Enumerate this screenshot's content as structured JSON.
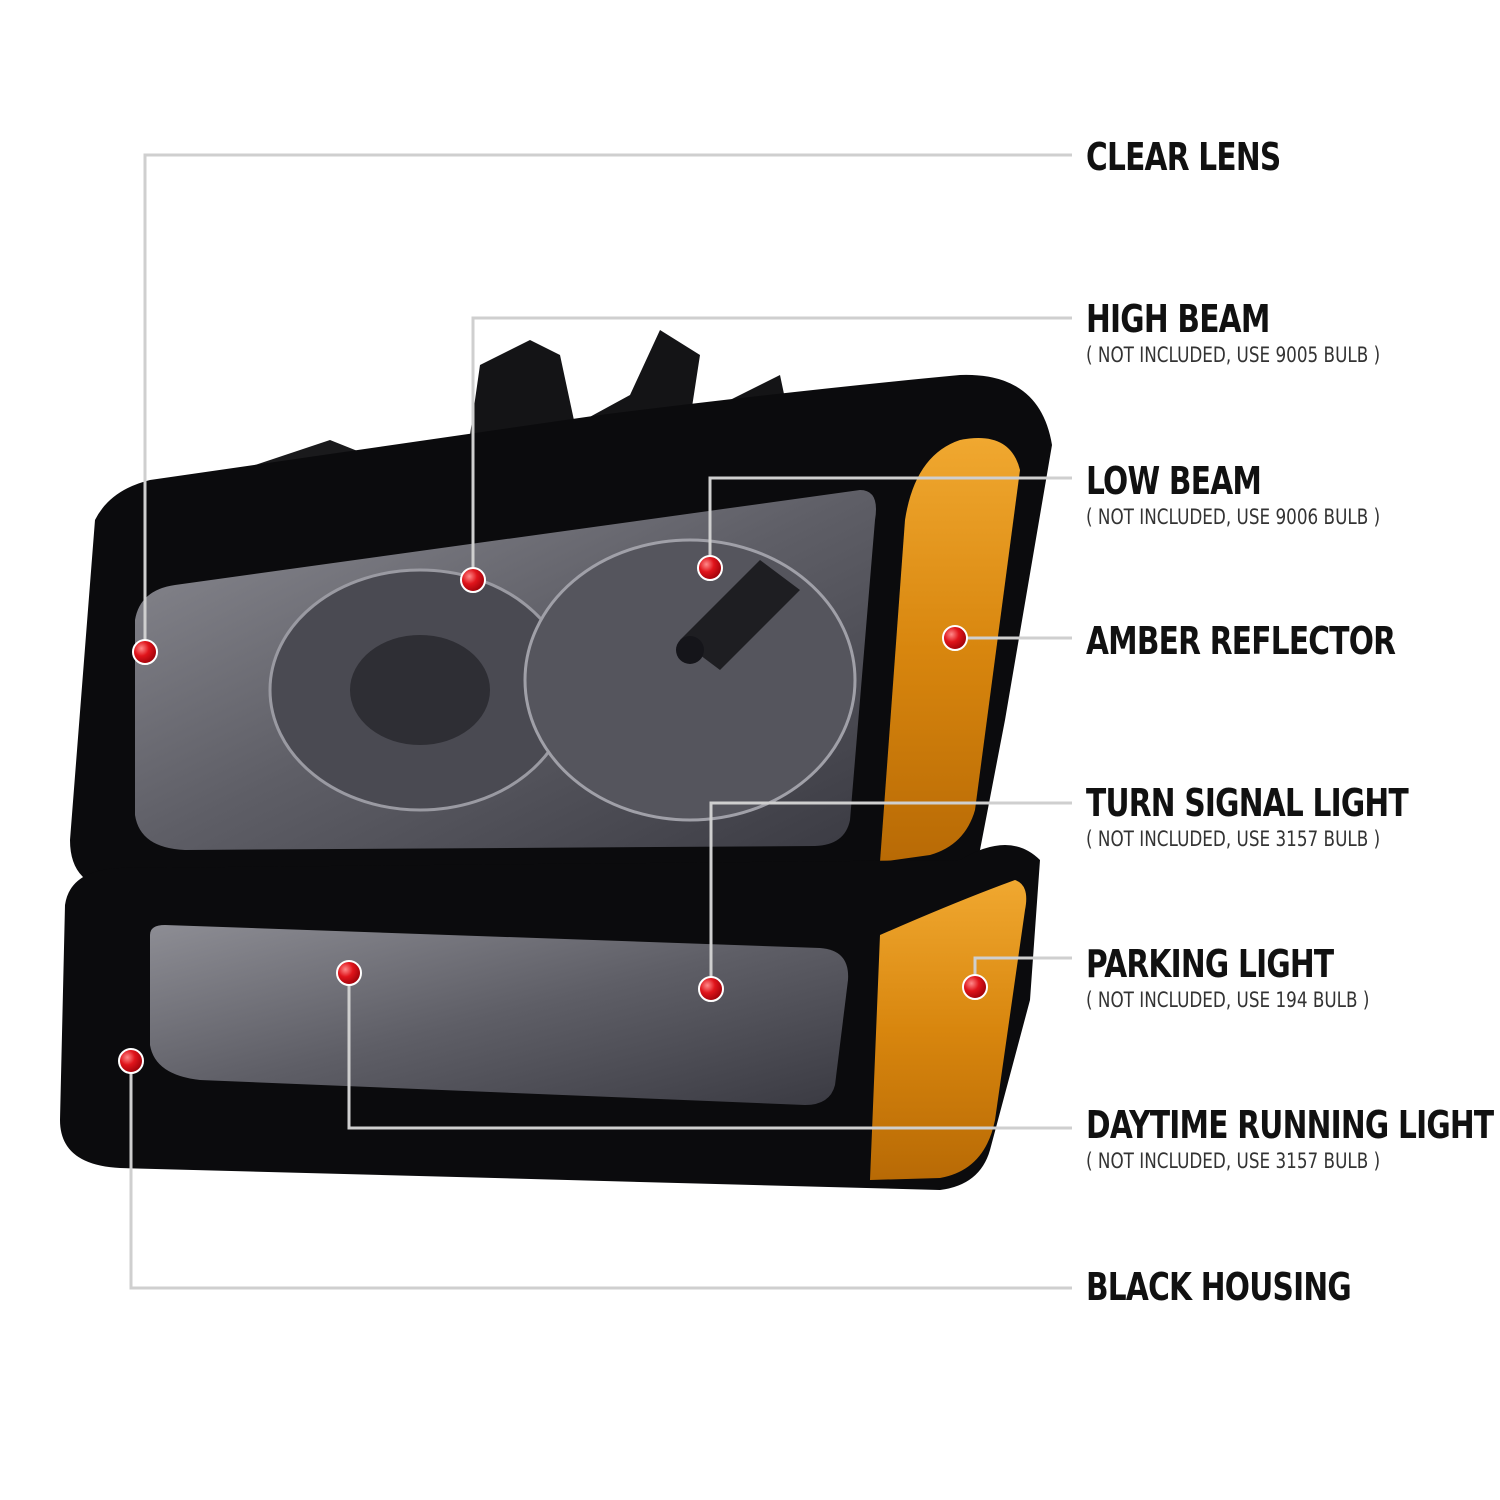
{
  "colors": {
    "leader_line": "#cfcfcf",
    "marker": "#e0141b",
    "housing": "#0b0b0d",
    "amber": "#d8860e",
    "lens_smoke": "#6e6e74"
  },
  "callouts": [
    {
      "id": "clear-lens",
      "label": "CLEAR LENS",
      "note": ""
    },
    {
      "id": "high-beam",
      "label": "HIGH BEAM",
      "note": "( NOT INCLUDED, USE  9005  BULB )"
    },
    {
      "id": "low-beam",
      "label": "LOW BEAM",
      "note": "( NOT INCLUDED, USE  9006  BULB )"
    },
    {
      "id": "amber-reflector",
      "label": "AMBER REFLECTOR",
      "note": ""
    },
    {
      "id": "turn-signal-light",
      "label": "TURN SIGNAL LIGHT",
      "note": "( NOT INCLUDED, USE  3157  BULB )"
    },
    {
      "id": "parking-light",
      "label": "PARKING LIGHT",
      "note": "( NOT INCLUDED, USE  194  BULB )"
    },
    {
      "id": "daytime-running-light",
      "label": "DAYTIME RUNNING LIGHT",
      "note": "( NOT INCLUDED, USE  3157  BULB )"
    },
    {
      "id": "black-housing",
      "label": "BLACK HOUSING",
      "note": ""
    }
  ]
}
